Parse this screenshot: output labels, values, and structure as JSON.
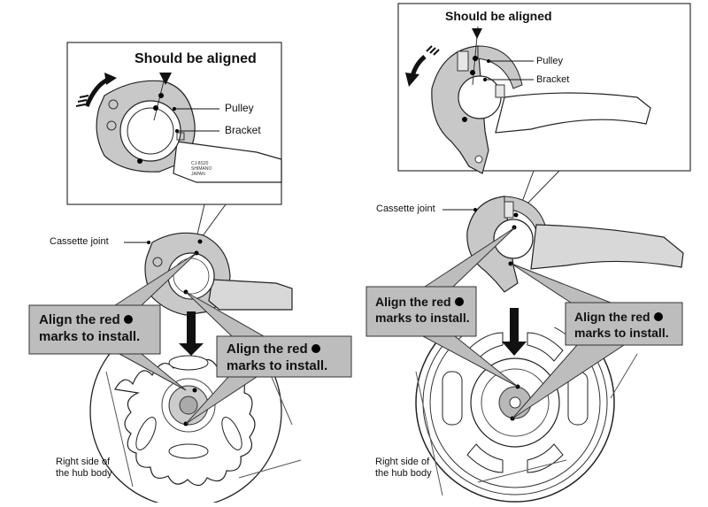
{
  "colors": {
    "part_gray": "#c8c8c8",
    "callout_gray": "#bdbdbd",
    "ink": "#111111",
    "background": "#ffffff"
  },
  "left_panel": {
    "inset_heading": "Should be aligned",
    "pulley_label": "Pulley",
    "bracket_label": "Bracket",
    "part_marking": [
      "CJ-8S20",
      "SHIMANO",
      "JAPAN"
    ],
    "cassette_joint_label": "Cassette joint",
    "callout_1": {
      "line1": "Align the red",
      "line2": "marks to install.",
      "mark_icon": "black-dot"
    },
    "callout_2": {
      "line1": "Align the red",
      "line2": "marks to install.",
      "mark_icon": "black-dot"
    },
    "hub_label_line1": "Right side of",
    "hub_label_line2": "the hub body",
    "rotation_direction": "clockwise"
  },
  "right_panel": {
    "inset_heading": "Should be aligned",
    "pulley_label": "Pulley",
    "bracket_label": "Bracket",
    "cassette_joint_label": "Cassette joint",
    "callout_1": {
      "line1": "Align the red",
      "line2": "marks to install.",
      "mark_icon": "black-dot"
    },
    "callout_2": {
      "line1": "Align the red",
      "line2": "marks to install.",
      "mark_icon": "black-dot"
    },
    "hub_label_line1": "Right side of",
    "hub_label_line2": "the hub body",
    "rotation_direction": "counter-clockwise"
  }
}
